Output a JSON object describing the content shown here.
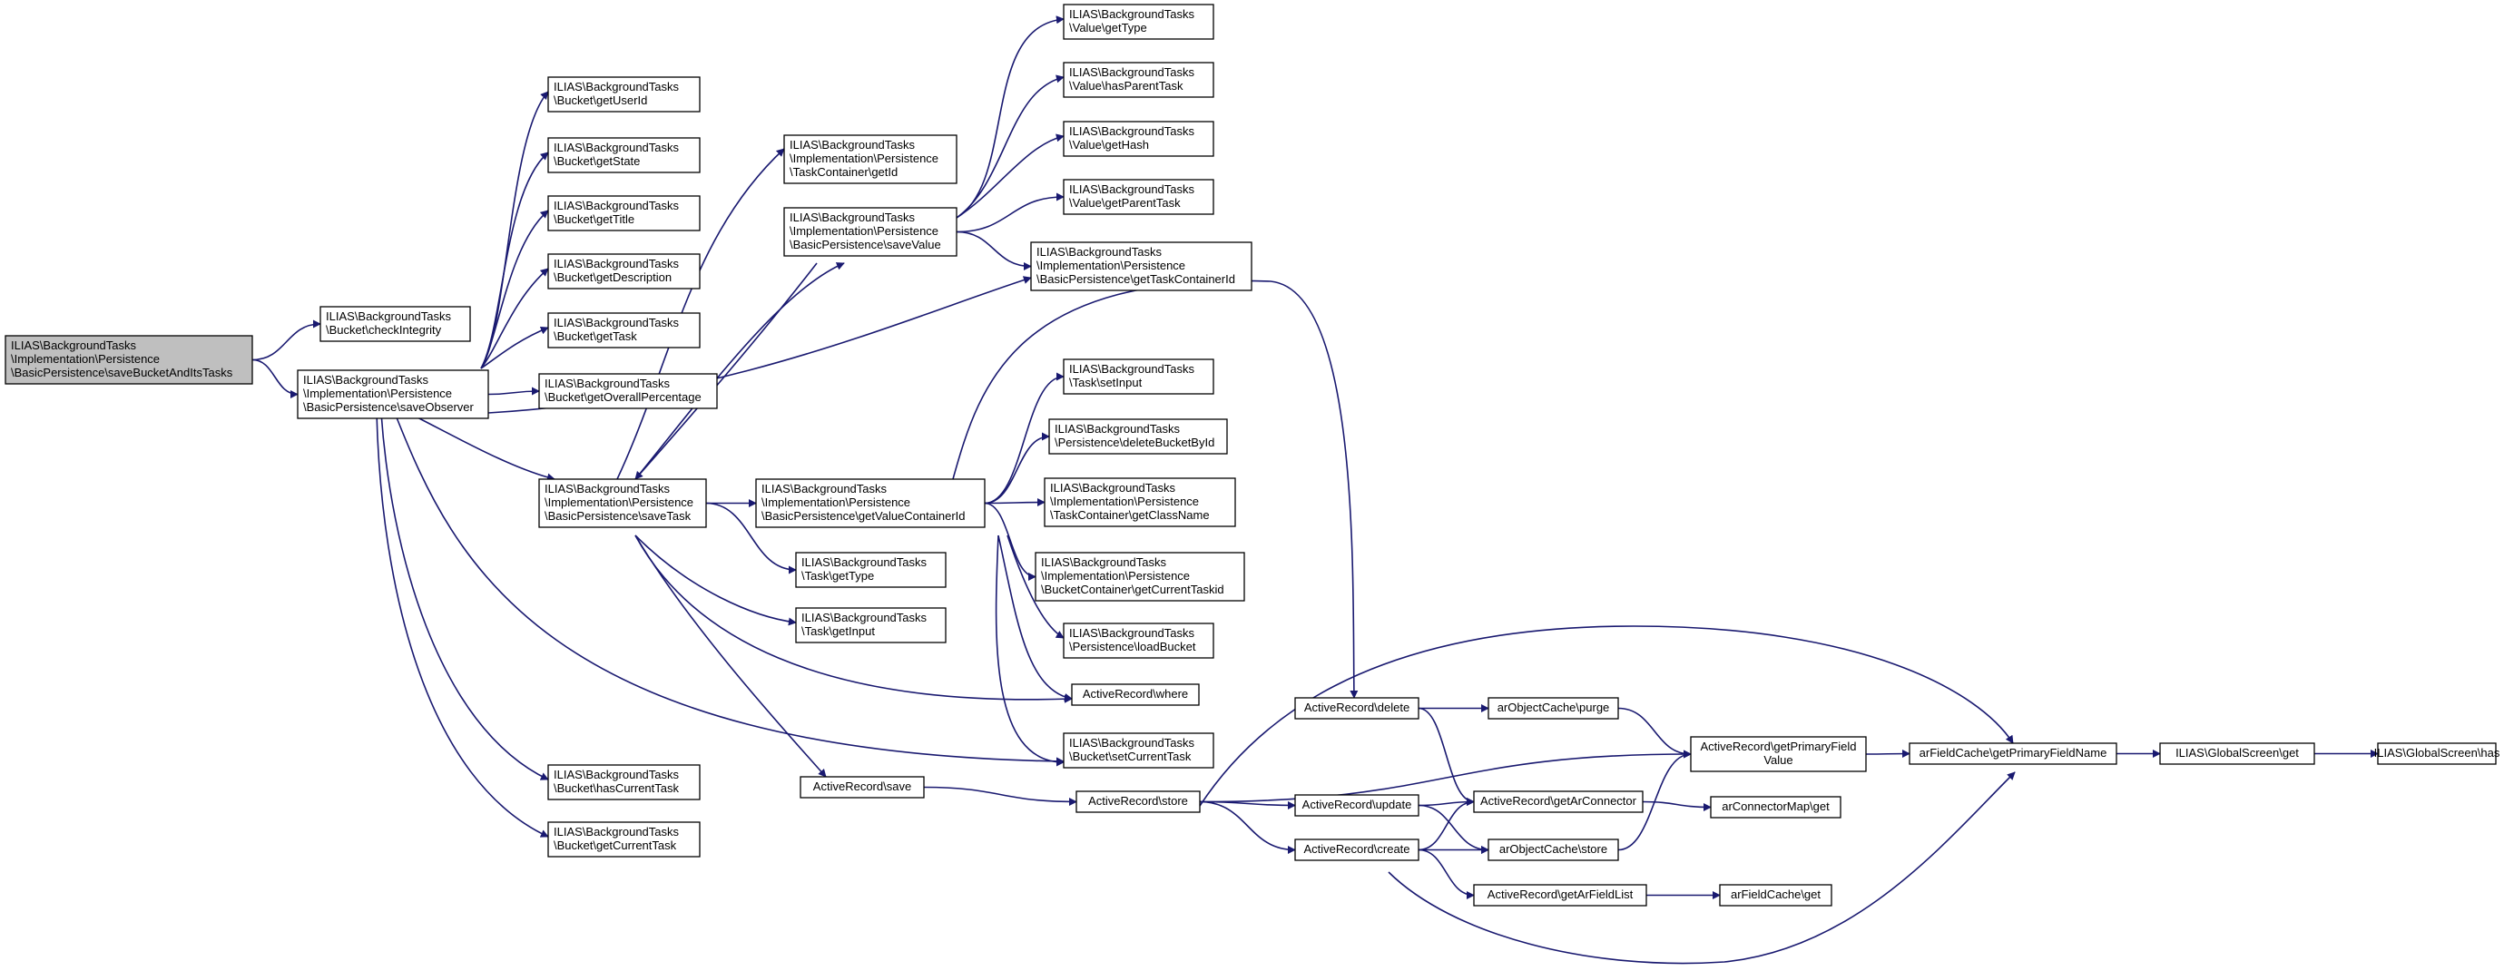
{
  "diagram": {
    "edge_color": "#191970",
    "root_fill": "#bfbfbf",
    "node_fill": "#ffffff",
    "nodes": [
      {
        "id": "root",
        "lines": [
          "ILIAS\\BackgroundTasks",
          "\\Implementation\\Persistence",
          "\\BasicPersistence\\saveBucketAndItsTasks"
        ],
        "root": true
      },
      {
        "id": "checkIntegrity",
        "lines": [
          "ILIAS\\BackgroundTasks",
          "\\Bucket\\checkIntegrity"
        ]
      },
      {
        "id": "saveObserver",
        "lines": [
          "ILIAS\\BackgroundTasks",
          "\\Implementation\\Persistence",
          "\\BasicPersistence\\saveObserver"
        ]
      },
      {
        "id": "getUserId",
        "lines": [
          "ILIAS\\BackgroundTasks",
          "\\Bucket\\getUserId"
        ]
      },
      {
        "id": "getState",
        "lines": [
          "ILIAS\\BackgroundTasks",
          "\\Bucket\\getState"
        ]
      },
      {
        "id": "getTitle",
        "lines": [
          "ILIAS\\BackgroundTasks",
          "\\Bucket\\getTitle"
        ]
      },
      {
        "id": "getDescription",
        "lines": [
          "ILIAS\\BackgroundTasks",
          "\\Bucket\\getDescription"
        ]
      },
      {
        "id": "bucketGetTask",
        "lines": [
          "ILIAS\\BackgroundTasks",
          "\\Bucket\\getTask"
        ]
      },
      {
        "id": "getOverallPercentage",
        "lines": [
          "ILIAS\\BackgroundTasks",
          "\\Bucket\\getOverallPercentage"
        ]
      },
      {
        "id": "saveTask",
        "lines": [
          "ILIAS\\BackgroundTasks",
          "\\Implementation\\Persistence",
          "\\BasicPersistence\\saveTask"
        ]
      },
      {
        "id": "hasCurrentTask",
        "lines": [
          "ILIAS\\BackgroundTasks",
          "\\Bucket\\hasCurrentTask"
        ]
      },
      {
        "id": "getCurrentTask",
        "lines": [
          "ILIAS\\BackgroundTasks",
          "\\Bucket\\getCurrentTask"
        ]
      },
      {
        "id": "tcGetId",
        "lines": [
          "ILIAS\\BackgroundTasks",
          "\\Implementation\\Persistence",
          "\\TaskContainer\\getId"
        ]
      },
      {
        "id": "saveValue",
        "lines": [
          "ILIAS\\BackgroundTasks",
          "\\Implementation\\Persistence",
          "\\BasicPersistence\\saveValue"
        ]
      },
      {
        "id": "getValueContainerId",
        "lines": [
          "ILIAS\\BackgroundTasks",
          "\\Implementation\\Persistence",
          "\\BasicPersistence\\getValueContainerId"
        ]
      },
      {
        "id": "taskGetType",
        "lines": [
          "ILIAS\\BackgroundTasks",
          "\\Task\\getType"
        ]
      },
      {
        "id": "taskGetInput",
        "lines": [
          "ILIAS\\BackgroundTasks",
          "\\Task\\getInput"
        ]
      },
      {
        "id": "arSave",
        "lines": [
          "ActiveRecord\\save"
        ]
      },
      {
        "id": "valueGetType",
        "lines": [
          "ILIAS\\BackgroundTasks",
          "\\Value\\getType"
        ]
      },
      {
        "id": "hasParentTask",
        "lines": [
          "ILIAS\\BackgroundTasks",
          "\\Value\\hasParentTask"
        ]
      },
      {
        "id": "getHash",
        "lines": [
          "ILIAS\\BackgroundTasks",
          "\\Value\\getHash"
        ]
      },
      {
        "id": "getParentTask",
        "lines": [
          "ILIAS\\BackgroundTasks",
          "\\Value\\getParentTask"
        ]
      },
      {
        "id": "getTaskContainerId",
        "lines": [
          "ILIAS\\BackgroundTasks",
          "\\Implementation\\Persistence",
          "\\BasicPersistence\\getTaskContainerId"
        ]
      },
      {
        "id": "setInput",
        "lines": [
          "ILIAS\\BackgroundTasks",
          "\\Task\\setInput"
        ]
      },
      {
        "id": "deleteBucketById",
        "lines": [
          "ILIAS\\BackgroundTasks",
          "\\Persistence\\deleteBucketById"
        ]
      },
      {
        "id": "getClassName",
        "lines": [
          "ILIAS\\BackgroundTasks",
          "\\Implementation\\Persistence",
          "\\TaskContainer\\getClassName"
        ]
      },
      {
        "id": "getCurrentTaskid",
        "lines": [
          "ILIAS\\BackgroundTasks",
          "\\Implementation\\Persistence",
          "\\BucketContainer\\getCurrentTaskid"
        ]
      },
      {
        "id": "loadBucket",
        "lines": [
          "ILIAS\\BackgroundTasks",
          "\\Persistence\\loadBucket"
        ]
      },
      {
        "id": "arWhere",
        "lines": [
          "ActiveRecord\\where"
        ]
      },
      {
        "id": "setCurrentTask",
        "lines": [
          "ILIAS\\BackgroundTasks",
          "\\Bucket\\setCurrentTask"
        ]
      },
      {
        "id": "arStore",
        "lines": [
          "ActiveRecord\\store"
        ]
      },
      {
        "id": "arDelete",
        "lines": [
          "ActiveRecord\\delete"
        ]
      },
      {
        "id": "arUpdate",
        "lines": [
          "ActiveRecord\\update"
        ]
      },
      {
        "id": "arCreate",
        "lines": [
          "ActiveRecord\\create"
        ]
      },
      {
        "id": "cachePurge",
        "lines": [
          "arObjectCache\\purge"
        ]
      },
      {
        "id": "getArConnector",
        "lines": [
          "ActiveRecord\\getArConnector"
        ]
      },
      {
        "id": "cacheStore",
        "lines": [
          "arObjectCache\\store"
        ]
      },
      {
        "id": "getArFieldList",
        "lines": [
          "ActiveRecord\\getArFieldList"
        ]
      },
      {
        "id": "getPrimaryFieldValue",
        "lines": [
          "ActiveRecord\\getPrimaryField",
          "Value"
        ]
      },
      {
        "id": "connectorMapGet",
        "lines": [
          "arConnectorMap\\get"
        ]
      },
      {
        "id": "fieldCacheGet",
        "lines": [
          "arFieldCache\\get"
        ]
      },
      {
        "id": "getPrimaryFieldName",
        "lines": [
          "arFieldCache\\getPrimaryFieldName"
        ]
      },
      {
        "id": "gsGet",
        "lines": [
          "ILIAS\\GlobalScreen\\get"
        ]
      },
      {
        "id": "gsHas",
        "lines": [
          "ILIAS\\GlobalScreen\\has"
        ]
      }
    ],
    "edges": [
      [
        "root",
        "checkIntegrity"
      ],
      [
        "root",
        "saveObserver"
      ],
      [
        "saveObserver",
        "getUserId"
      ],
      [
        "saveObserver",
        "getState"
      ],
      [
        "saveObserver",
        "getTitle"
      ],
      [
        "saveObserver",
        "getDescription"
      ],
      [
        "saveObserver",
        "bucketGetTask"
      ],
      [
        "saveObserver",
        "getOverallPercentage"
      ],
      [
        "saveObserver",
        "saveTask"
      ],
      [
        "saveObserver",
        "hasCurrentTask"
      ],
      [
        "saveObserver",
        "getCurrentTask"
      ],
      [
        "saveObserver",
        "getTaskContainerId"
      ],
      [
        "saveObserver",
        "setCurrentTask"
      ],
      [
        "saveTask",
        "tcGetId"
      ],
      [
        "saveTask",
        "saveValue"
      ],
      [
        "saveTask",
        "getValueContainerId"
      ],
      [
        "saveTask",
        "taskGetType"
      ],
      [
        "saveTask",
        "taskGetInput"
      ],
      [
        "saveTask",
        "arSave"
      ],
      [
        "saveTask",
        "arWhere"
      ],
      [
        "saveValue",
        "saveTask"
      ],
      [
        "saveValue",
        "valueGetType"
      ],
      [
        "saveValue",
        "hasParentTask"
      ],
      [
        "saveValue",
        "getHash"
      ],
      [
        "saveValue",
        "getParentTask"
      ],
      [
        "saveValue",
        "getTaskContainerId"
      ],
      [
        "getValueContainerId",
        "setInput"
      ],
      [
        "getValueContainerId",
        "deleteBucketById"
      ],
      [
        "getValueContainerId",
        "getClassName"
      ],
      [
        "getValueContainerId",
        "getCurrentTaskid"
      ],
      [
        "getValueContainerId",
        "loadBucket"
      ],
      [
        "getValueContainerId",
        "arWhere"
      ],
      [
        "getValueContainerId",
        "setCurrentTask"
      ],
      [
        "getValueContainerId",
        "arDelete"
      ],
      [
        "arSave",
        "arStore"
      ],
      [
        "arStore",
        "getPrimaryFieldName"
      ],
      [
        "arStore",
        "getPrimaryFieldValue"
      ],
      [
        "arStore",
        "arUpdate"
      ],
      [
        "arStore",
        "arCreate"
      ],
      [
        "arDelete",
        "cachePurge"
      ],
      [
        "arDelete",
        "getArConnector"
      ],
      [
        "arUpdate",
        "getArConnector"
      ],
      [
        "arUpdate",
        "cacheStore"
      ],
      [
        "arCreate",
        "getArConnector"
      ],
      [
        "arCreate",
        "cacheStore"
      ],
      [
        "arCreate",
        "getArFieldList"
      ],
      [
        "arCreate",
        "getPrimaryFieldName"
      ],
      [
        "cachePurge",
        "getPrimaryFieldValue"
      ],
      [
        "cacheStore",
        "getPrimaryFieldValue"
      ],
      [
        "getArConnector",
        "connectorMapGet"
      ],
      [
        "getArFieldList",
        "fieldCacheGet"
      ],
      [
        "getPrimaryFieldValue",
        "getPrimaryFieldName"
      ],
      [
        "getPrimaryFieldName",
        "gsGet"
      ],
      [
        "gsGet",
        "gsHas"
      ]
    ]
  }
}
